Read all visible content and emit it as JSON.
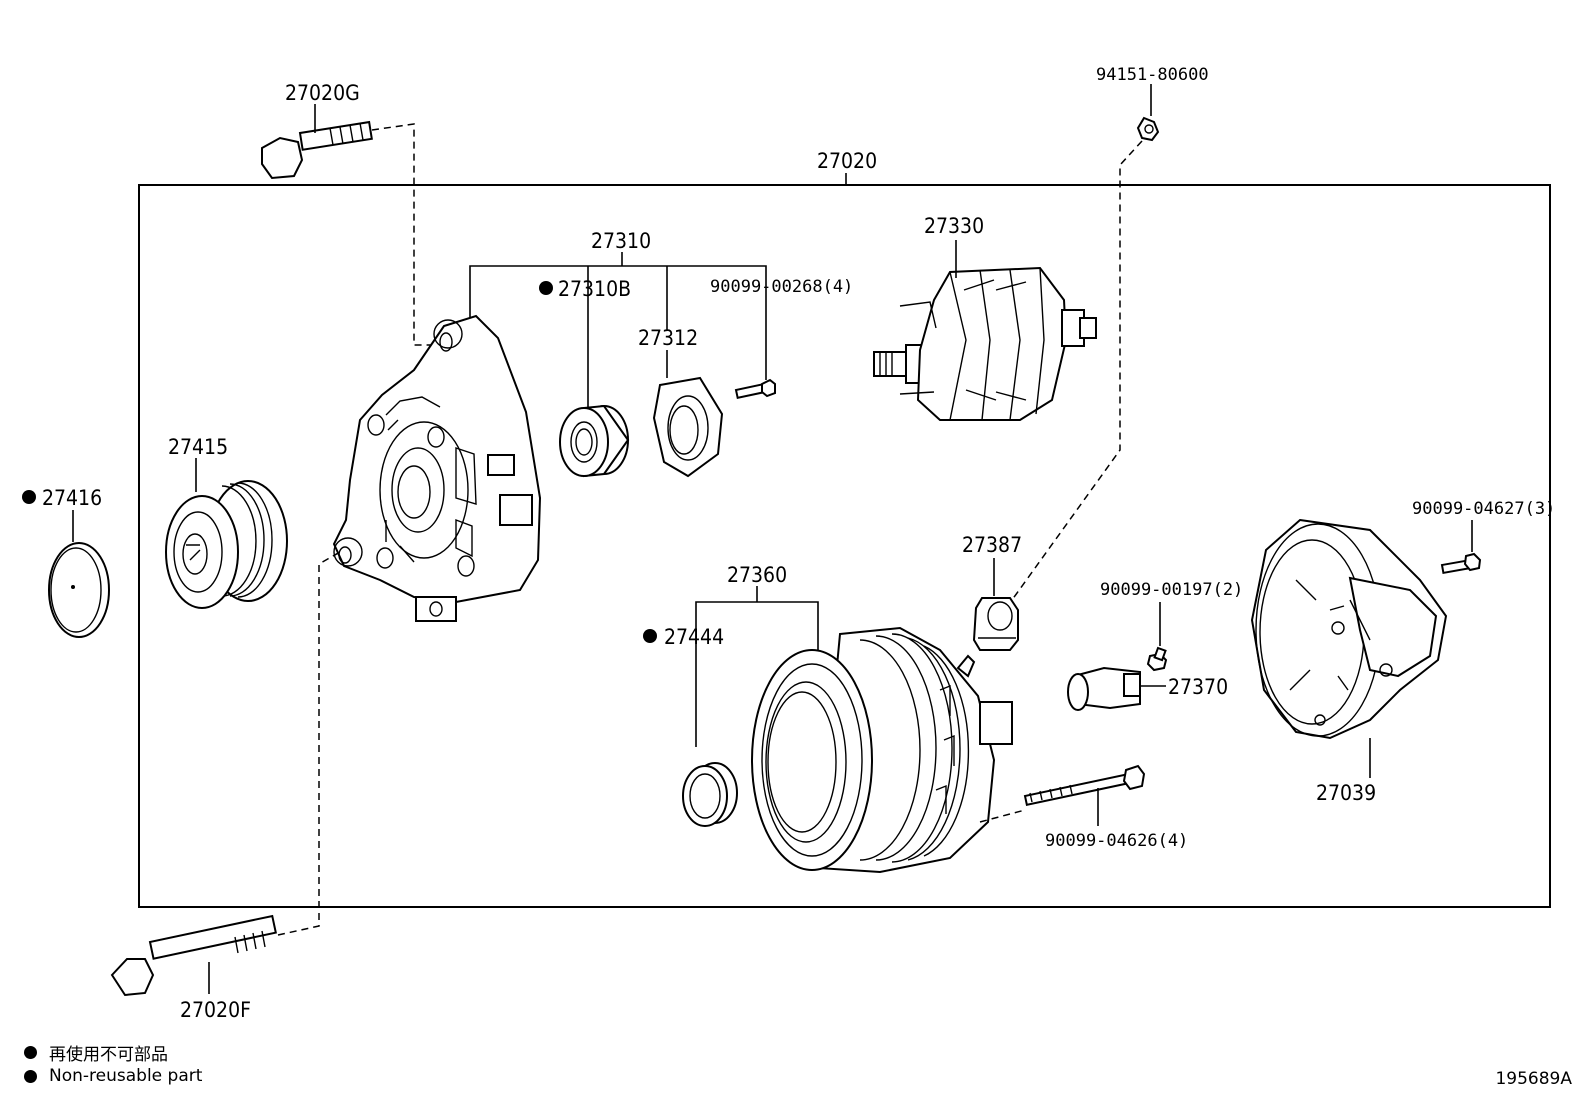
{
  "legend": {
    "jp": "再使用不可部品",
    "en": "Non-reusable part"
  },
  "figure_id": "195689A",
  "labels": {
    "assembly": "27020",
    "bolt_top": "27020G",
    "bolt_bottom": "27020F",
    "drive_frame": "27310",
    "bearing": "27310B",
    "retainer": "27312",
    "screw_retainer": "90099-00268(4)",
    "rotor": "27330",
    "cap": "27416",
    "pulley": "27415",
    "stator": "27360",
    "insulator": "27444",
    "brush_holder": "27387",
    "nut_top": "94151-80600",
    "rear_cover": "27039",
    "screw_cover": "90099-04627(3)",
    "screw_terminal": "90099-00197(2)",
    "terminal_insulator": "27370",
    "through_bolt": "90099-04626(4)"
  }
}
